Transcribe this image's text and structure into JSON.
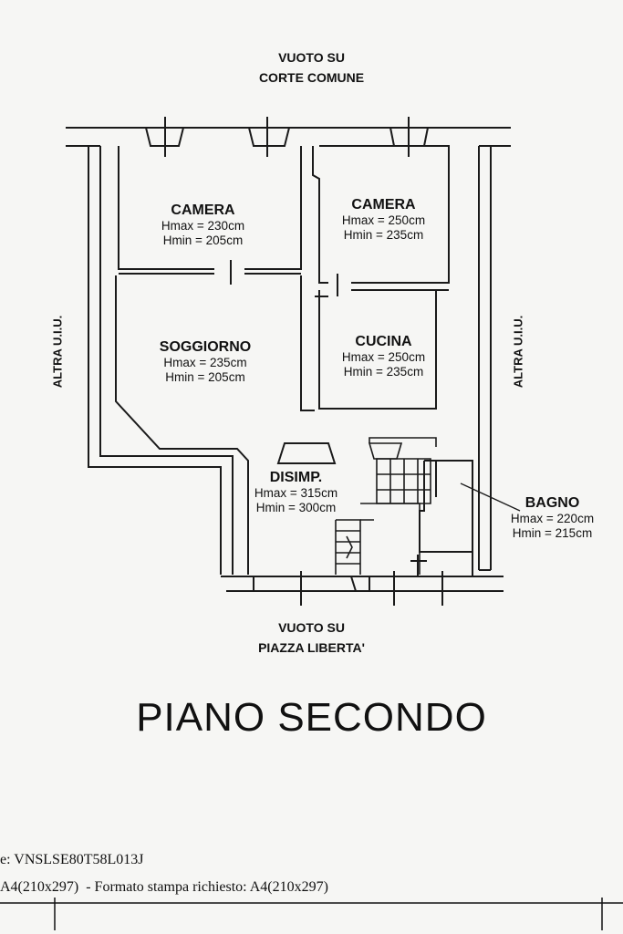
{
  "orientation": {
    "top_line1": "VUOTO SU",
    "top_line2": "CORTE COMUNE",
    "bottom_line1": "VUOTO SU",
    "bottom_line2": "PIAZZA LIBERTA'",
    "left_side": "ALTRA U.I.U.",
    "right_side": "ALTRA U.I.U."
  },
  "rooms": [
    {
      "name": "CAMERA",
      "hmax": "Hmax = 230cm",
      "hmin": "Hmin = 205cm"
    },
    {
      "name": "CAMERA",
      "hmax": "Hmax = 250cm",
      "hmin": "Hmin = 235cm"
    },
    {
      "name": "SOGGIORNO",
      "hmax": "Hmax = 235cm",
      "hmin": "Hmin = 205cm"
    },
    {
      "name": "CUCINA",
      "hmax": "Hmax = 250cm",
      "hmin": "Hmin = 235cm"
    },
    {
      "name": "DISIMP.",
      "hmax": "Hmax = 315cm",
      "hmin": "Hmin = 300cm"
    },
    {
      "name": "BAGNO",
      "hmax": "Hmax = 220cm",
      "hmin": "Hmin = 215cm"
    }
  ],
  "floor_title": "PIANO SECONDO",
  "footer": {
    "line1": "e: VNSLSE80T58L013J",
    "line2": "A4(210x297)  - Formato stampa richiesto: A4(210x297)"
  }
}
